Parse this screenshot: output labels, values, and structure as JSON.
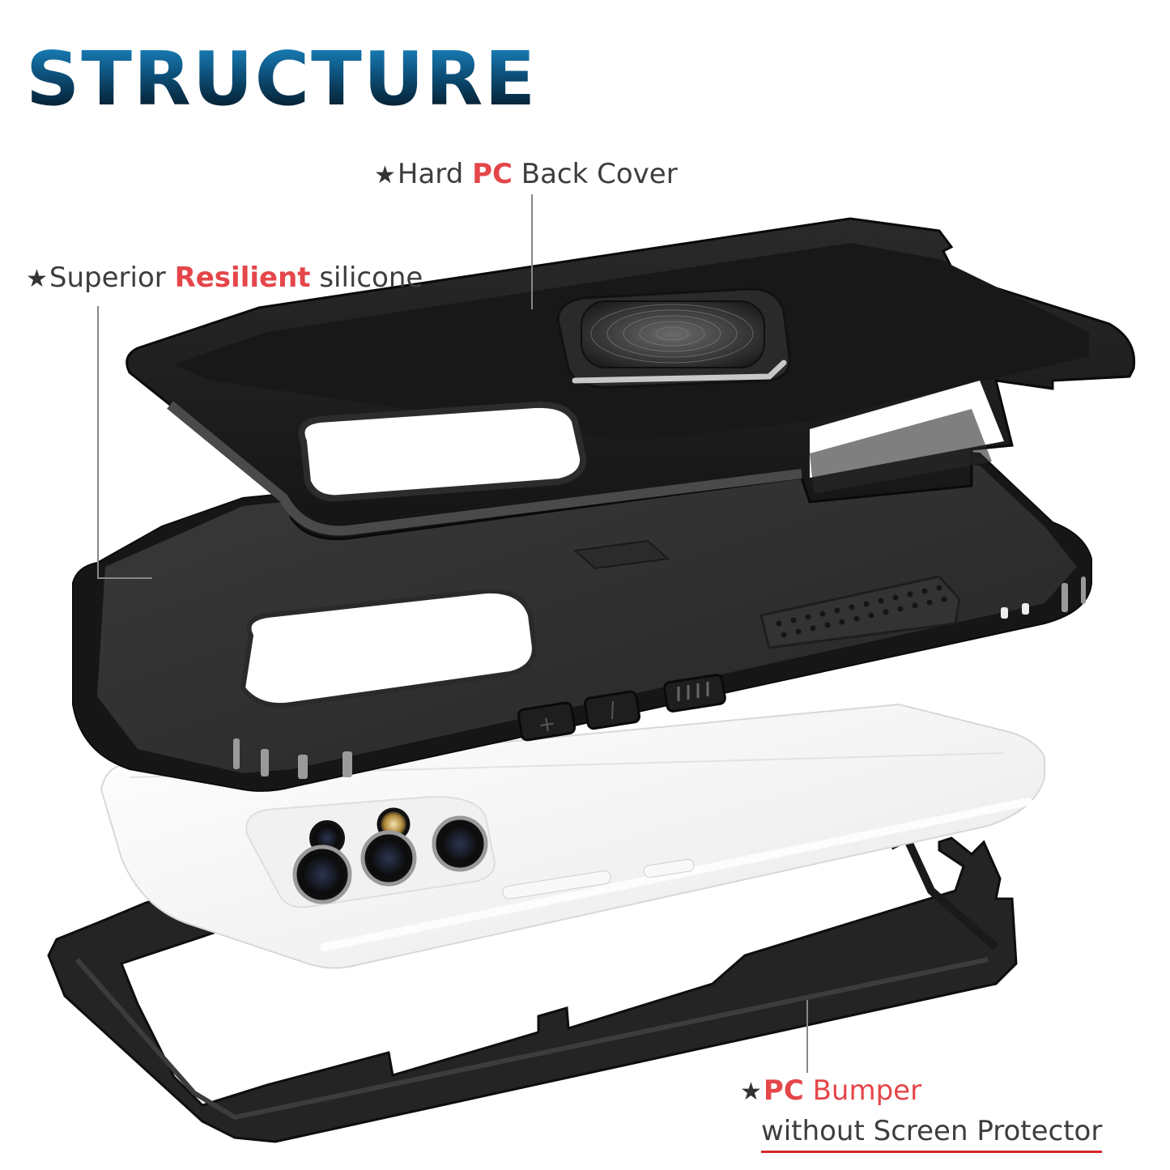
{
  "title": "STRUCTURE",
  "labels": {
    "back_cover": {
      "star": "★",
      "prefix": "Hard ",
      "highlight": "PC",
      "suffix": " Back Cover"
    },
    "silicone": {
      "star": "★",
      "prefix": "Superior ",
      "highlight": "Resilient",
      "suffix": " silicone"
    },
    "bumper": {
      "star": "★",
      "highlight": "PC",
      "suffix": " Bumper",
      "line2": "without Screen Protector"
    }
  },
  "components": [
    {
      "name": "Hard PC Back Cover",
      "features": [
        "ring holder",
        "camera cutout"
      ]
    },
    {
      "name": "Superior Resilient silicone",
      "features": [
        "volume + button",
        "volume - button",
        "power button",
        "textured grip",
        "camera cutout"
      ]
    },
    {
      "name": "Phone",
      "features": [
        "quad camera",
        "flash"
      ]
    },
    {
      "name": "PC Bumper",
      "features": [
        "without Screen Protector"
      ]
    }
  ],
  "colors": {
    "title_top": "#1a86c2",
    "title_bottom": "#04121d",
    "accent_red": "#e5464a",
    "text_gray": "#3d3d3d",
    "case_black": "#1c1c1c"
  }
}
